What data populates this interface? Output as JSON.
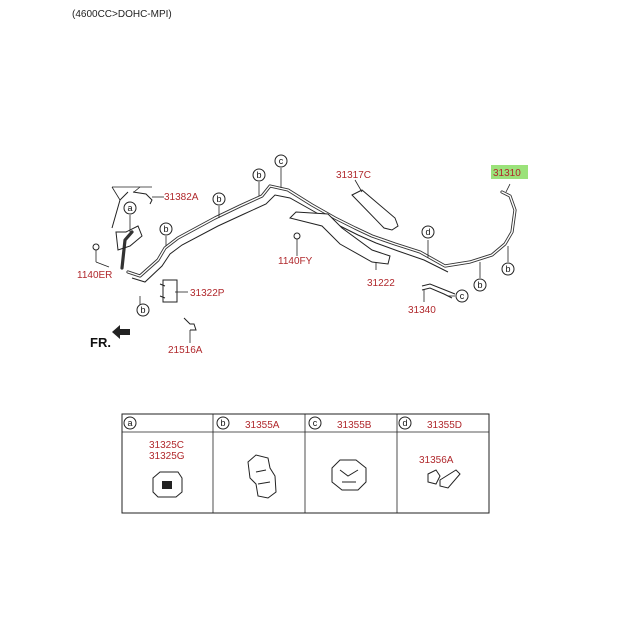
{
  "header": "(4600CC>DOHC-MPI)",
  "direction_label": "FR.",
  "callouts": {
    "p31310": "31310",
    "p31317C": "31317C",
    "p31382A": "31382A",
    "p1140ER": "1140ER",
    "p31322P": "31322P",
    "p21516A": "21516A",
    "p1140FY": "1140FY",
    "p31222": "31222",
    "p31340": "31340"
  },
  "bubbles": [
    "a",
    "b",
    "c",
    "d"
  ],
  "table": {
    "columns": [
      {
        "letter": "a",
        "header": "",
        "parts": [
          "31325C",
          "31325G"
        ]
      },
      {
        "letter": "b",
        "header": "31355A",
        "parts": []
      },
      {
        "letter": "c",
        "header": "31355B",
        "parts": []
      },
      {
        "letter": "d",
        "header": "31355D",
        "parts": [
          "31356A"
        ]
      }
    ]
  },
  "colors": {
    "part_number": "#b0282c",
    "highlight": "#9be27a",
    "line": "#222222"
  }
}
